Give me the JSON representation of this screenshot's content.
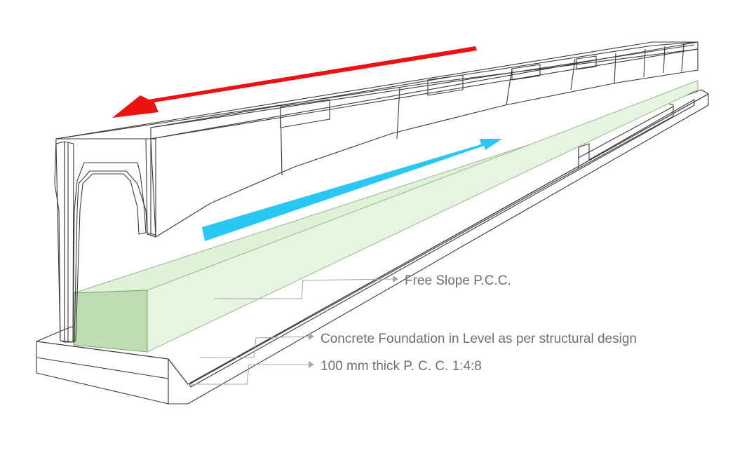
{
  "labels": {
    "free_slope": "Free Slope P.C.C.",
    "foundation": "Concrete Foundation in Level as per structural design",
    "pcc": "100 mm thick P. C. C. 1:4:8"
  },
  "colors": {
    "outline": "#3a3a3a",
    "face_light": "#ffffff",
    "face_shade": "#ececec",
    "face_dark": "#d6d6d6",
    "slope_fill": "#dff2d8",
    "slope_front": "#bfdcb4",
    "arrow_red": "#ee1111",
    "arrow_blue": "#29c8f2",
    "leader": "#a8a8a8",
    "label_text": "#6f6f6f"
  },
  "icons": {
    "flow_top": "arrow-left-icon",
    "flow_bottom": "arrow-right-icon"
  }
}
